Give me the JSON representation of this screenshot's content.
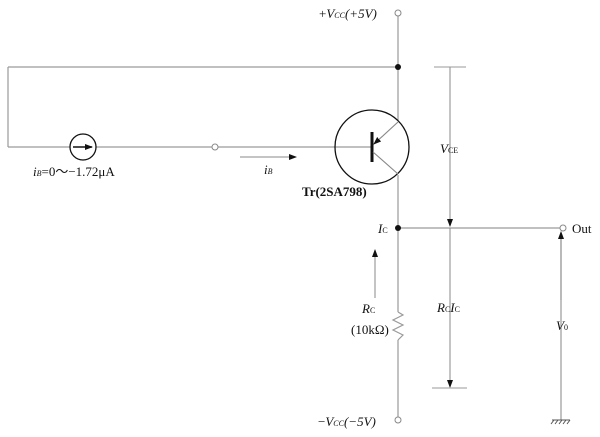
{
  "labels": {
    "vcc_pos": {
      "prefix": "+",
      "sym": "V",
      "sub": "CC",
      "val": "(+5V)"
    },
    "vcc_neg": {
      "prefix": "−",
      "sym": "V",
      "sub": "CC",
      "val": "(−5V)"
    },
    "source": {
      "sym": "i",
      "sub": "B",
      "val": "=0〜−1.72μA"
    },
    "ib": {
      "sym": "i",
      "sub": "B"
    },
    "transistor": "Tr(2SA798)",
    "vce": {
      "sym": "V",
      "sub": "CE"
    },
    "ic": {
      "sym": "I",
      "sub": "C"
    },
    "rc": {
      "sym": "R",
      "sub": "C",
      "val": "(10kΩ)"
    },
    "rcic": {
      "sym1": "R",
      "sub1": "C",
      "sym2": "I",
      "sub2": "C"
    },
    "out": "Out",
    "v0": {
      "sym": "V",
      "sub": "0"
    }
  }
}
